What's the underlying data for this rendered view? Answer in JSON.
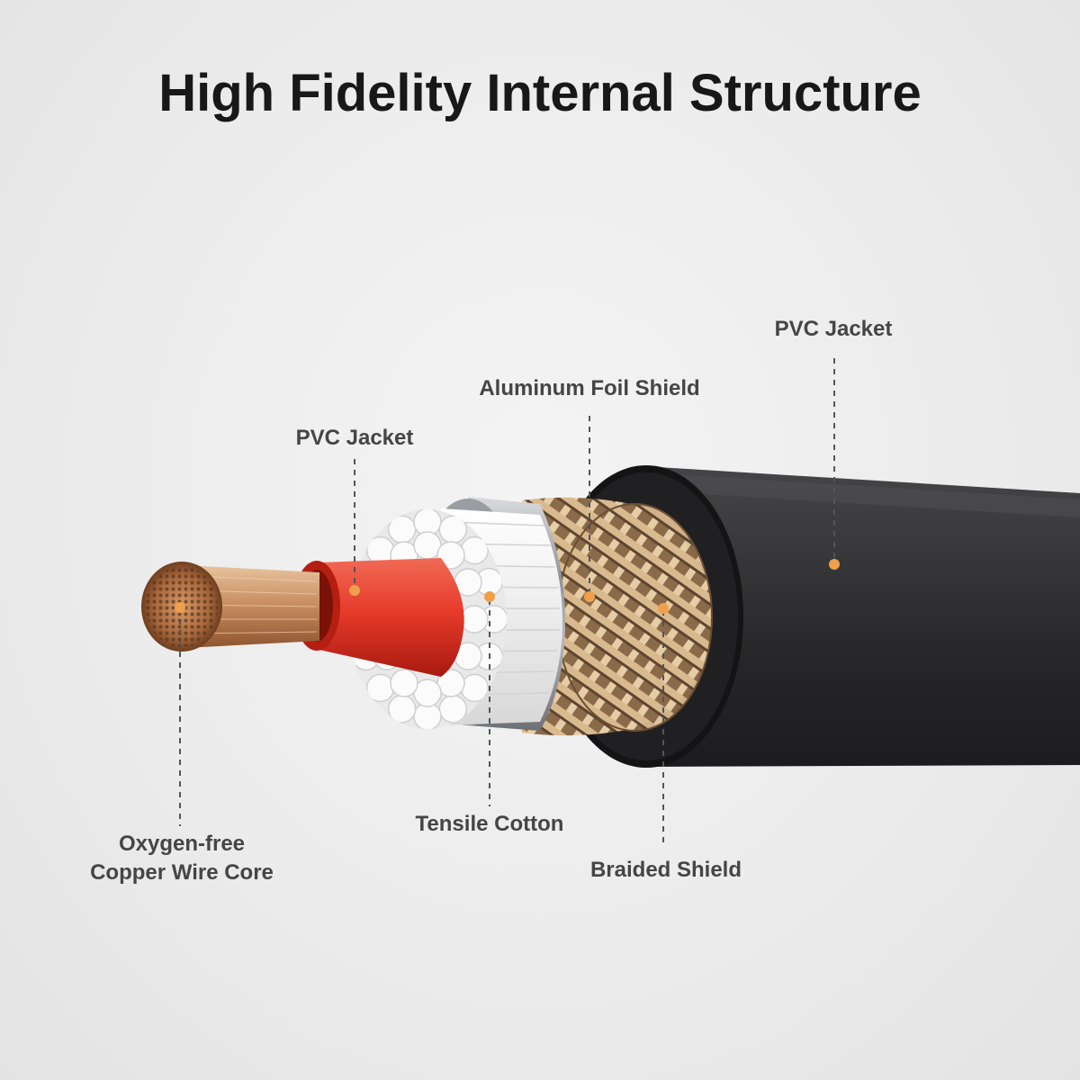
{
  "title": "High Fidelity Internal Structure",
  "labels": {
    "outer_jacket": "PVC Jacket",
    "foil_shield": "Aluminum Foil Shield",
    "inner_jacket": "PVC Jacket",
    "copper_core_line1": "Oxygen-free",
    "copper_core_line2": "Copper Wire Core",
    "tensile_cotton": "Tensile Cotton",
    "braided_shield": "Braided Shield"
  },
  "colors": {
    "marker": "#f0a04b",
    "outer_jacket": "#2e2e30",
    "braid": "#c9a476",
    "foil": "#a9acb0",
    "cotton": "#f7f7f7",
    "inner_jacket": "#e43a2a",
    "copper": "#c7875a"
  }
}
